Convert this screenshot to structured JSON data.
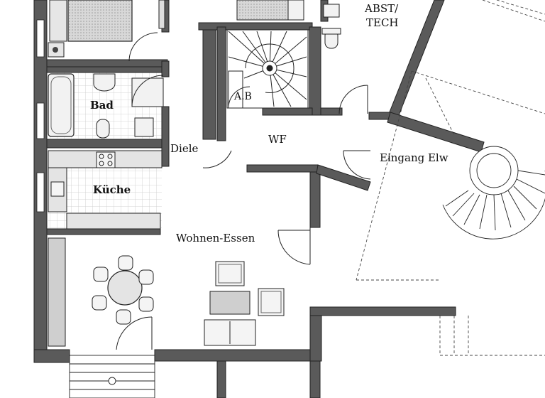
{
  "rooms": {
    "abst_tech": "ABST/",
    "abst_tech_2": "TECH",
    "bad": "Bad",
    "ab": "A.B",
    "wf": "WF",
    "diele": "Diele",
    "eingang": "Eingang Elw",
    "kueche": "Küche",
    "wohnen": "Wohnen-Essen"
  },
  "colors": {
    "wall": "#5a5a5a",
    "line": "#222222",
    "furniture": "#cfcfcf",
    "tile": "#bdbdbd"
  }
}
